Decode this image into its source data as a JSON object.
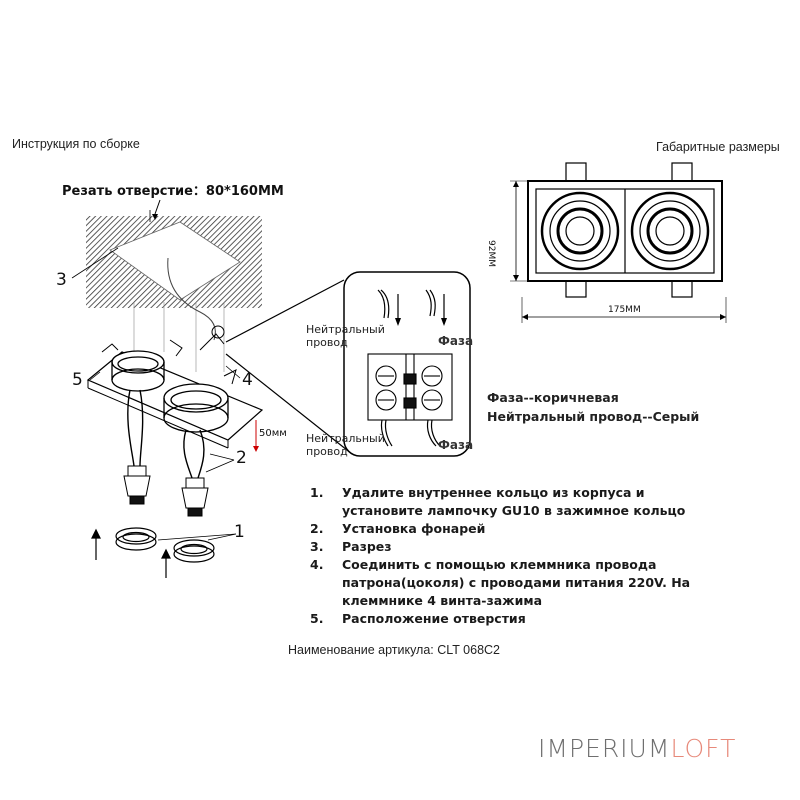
{
  "headers": {
    "left": "Инструкция по сборке",
    "right": "Габаритные размеры"
  },
  "cut_hole": {
    "label": "Резать отверстие：80*160MM"
  },
  "callouts": {
    "n1": "1",
    "n2": "2",
    "n3": "3",
    "n4": "4",
    "n5": "5",
    "depth": "50мм"
  },
  "dimensions": {
    "width": "175MM",
    "height": "92MM"
  },
  "wiring": {
    "neutral_top": "Нейтральный провод",
    "phase_top": "Фаза",
    "neutral_bottom": "Нейтральный провод",
    "phase_bottom": "Фаза"
  },
  "legend": {
    "phase": "Фаза--коричневая",
    "neutral": "Нейтральный провод--Серый"
  },
  "steps": [
    {
      "n": "1.",
      "text": "Удалите внутреннее кольцо из корпуса и установите лампочку GU10 в зажимное кольцо"
    },
    {
      "n": "2.",
      "text": "Установка фонарей"
    },
    {
      "n": "3.",
      "text": "Разрез"
    },
    {
      "n": "4.",
      "text": "Соединить с помощью клеммника провода патрона(цоколя) с проводами питания 220V. На клеммнике 4 винта-зажима"
    },
    {
      "n": "5.",
      "text": "Расположение отверстия"
    }
  ],
  "article": "Наименование артикула: CLT 068C2",
  "brand": {
    "part1": "IMPERIUM",
    "part2": "LOFT",
    "color1": "#6f6f6f",
    "color2": "#e7897a"
  }
}
